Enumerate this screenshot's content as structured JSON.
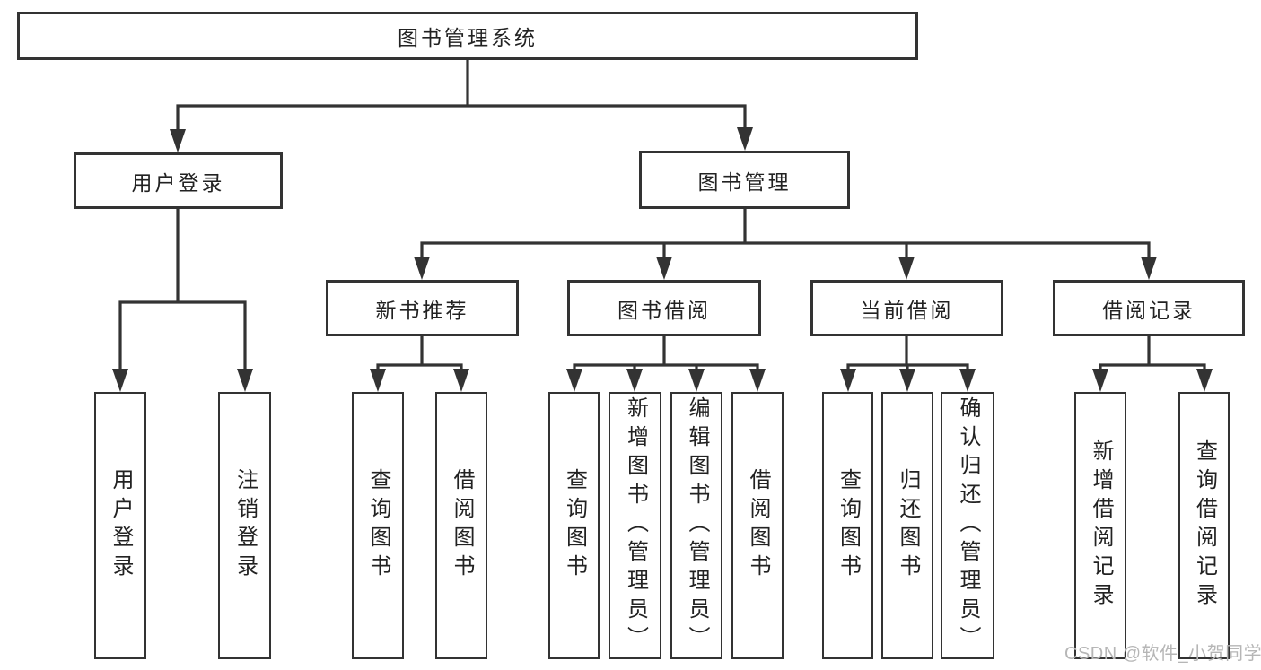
{
  "diagram_title": "图书管理系统",
  "colors": {
    "background": "#ffffff",
    "line": "#333333",
    "box_border": "#333333",
    "text": "#222222",
    "watermark": "#b6b6b6"
  },
  "watermark": {
    "text": "CSDN @软件_小贺同学"
  },
  "tree": {
    "label": "图书管理系统",
    "children": [
      {
        "label": "用户登录",
        "children": [
          {
            "label": "用户登录"
          },
          {
            "label": "注销登录"
          }
        ]
      },
      {
        "label": "图书管理",
        "children": [
          {
            "label": "新书推荐",
            "children": [
              {
                "label": "查询图书"
              },
              {
                "label": "借阅图书"
              }
            ]
          },
          {
            "label": "图书借阅",
            "children": [
              {
                "label": "查询图书"
              },
              {
                "label": "新增图书（管理员）"
              },
              {
                "label": "编辑图书（管理员）"
              },
              {
                "label": "借阅图书"
              }
            ]
          },
          {
            "label": "当前借阅",
            "children": [
              {
                "label": "查询图书"
              },
              {
                "label": "归还图书"
              },
              {
                "label": "确认归还（管理员）"
              }
            ]
          },
          {
            "label": "借阅记录",
            "children": [
              {
                "label": "新增借阅记录"
              },
              {
                "label": "查询借阅记录"
              }
            ]
          }
        ]
      }
    ]
  }
}
